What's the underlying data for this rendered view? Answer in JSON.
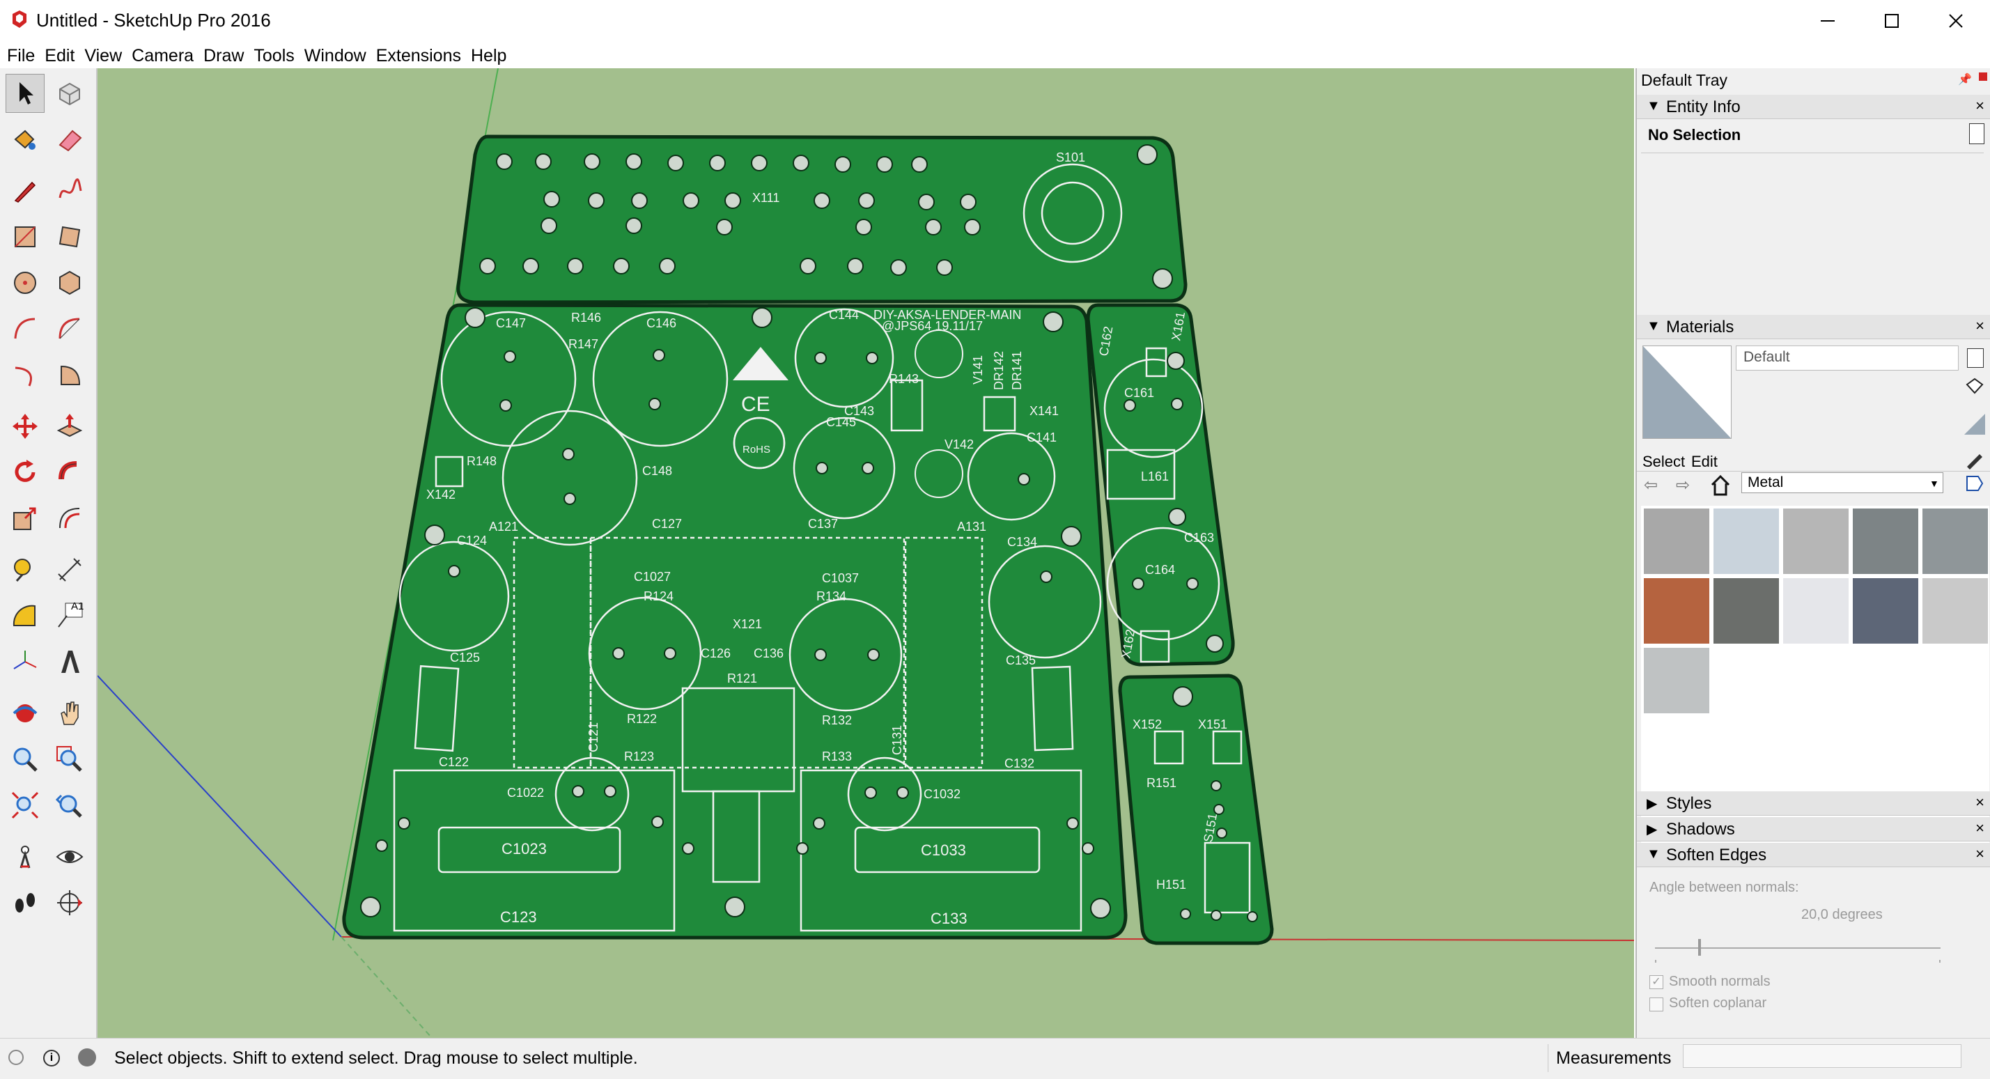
{
  "window": {
    "title": "Untitled - SketchUp Pro 2016",
    "icons": [
      "sketchup-logo-icon",
      "minimize-icon",
      "maximize-icon",
      "close-icon"
    ]
  },
  "menu": [
    "File",
    "Edit",
    "View",
    "Camera",
    "Draw",
    "Tools",
    "Window",
    "Extensions",
    "Help"
  ],
  "toolbar": {
    "tools": [
      "select",
      "make-component",
      "paint-bucket",
      "eraser",
      "line",
      "freehand",
      "rectangle",
      "rotated-rectangle",
      "circle",
      "polygon",
      "arc",
      "two-point-arc",
      "three-point-arc",
      "pie",
      "move",
      "push-pull",
      "rotate",
      "follow-me",
      "scale",
      "offset",
      "tape-measure",
      "dimension",
      "protractor",
      "text",
      "axes",
      "3d-text",
      "orbit",
      "pan",
      "zoom",
      "zoom-window",
      "zoom-extents",
      "previous-view",
      "position-camera",
      "look-around",
      "walk",
      "section-plane"
    ],
    "text_icon_label": "A1"
  },
  "pcb": {
    "board_color": "#1f8a3b",
    "silk_color": "#f2f2f2",
    "labels": {
      "s101": "S101",
      "x111": "X111",
      "c147": "C147",
      "r146": "R146",
      "r147": "R147",
      "c146": "C146",
      "r148": "R148",
      "x142": "X142",
      "c148": "C148",
      "c144": "C144",
      "title": "DIY-AKSA-LENDER-MAIN",
      "credit": "@JPS64 19.11/17",
      "ce": "CE",
      "rohs": "RoHS",
      "r143": "R143",
      "c143": "C143",
      "c145": "C145",
      "v141": "V141",
      "dr142": "DR142",
      "dr141": "DR141",
      "x141": "X141",
      "v142": "V142",
      "c141": "C141",
      "c162": "C162",
      "x161": "X161",
      "c161": "C161",
      "l161": "L161",
      "c163": "C163",
      "c164": "C164",
      "x162": "X162",
      "a121": "A121",
      "c124": "C124",
      "c127": "C127",
      "c137": "C137",
      "a131": "A131",
      "c134": "C134",
      "c1027": "C1027",
      "c1037": "C1037",
      "r124": "R124",
      "r134": "R134",
      "x121": "X121",
      "c125": "C125",
      "c126": "C126",
      "c136": "C136",
      "c135": "C135",
      "r121": "R121",
      "c121": "C121",
      "r122": "R122",
      "r123": "R123",
      "r132": "R132",
      "r133": "R133",
      "c131": "C131",
      "c122": "C122",
      "c132": "C132",
      "c1022": "C1022",
      "c1032": "C1032",
      "c1023": "C1023",
      "c1033": "C1033",
      "c123": "C123",
      "c133": "C133",
      "x152": "X152",
      "x151": "X151",
      "r151": "R151",
      "s151": "S151",
      "h151": "H151"
    }
  },
  "tray": {
    "title": "Default Tray",
    "entity_info": {
      "title": "Entity Info",
      "selection": "No Selection"
    },
    "materials": {
      "title": "Materials",
      "material_name": "Default",
      "tab_select": "Select",
      "tab_edit": "Edit",
      "library": "Metal",
      "swatches": [
        "#a8a8a8",
        "#c9d3dc",
        "#b6b6b6",
        "#7d8486",
        "#8f9699",
        "#b5633f",
        "#6b6e6b",
        "#e5e6ea",
        "#5d6677",
        "#c9c9c9",
        "#bfc2c3"
      ]
    },
    "styles": {
      "title": "Styles"
    },
    "shadows": {
      "title": "Shadows"
    },
    "soften_edges": {
      "title": "Soften Edges",
      "angle_label": "Angle between normals:",
      "angle_value": "20,0  degrees",
      "angle_fraction": 0.15,
      "smooth_normals": "Smooth normals",
      "soften_coplanar": "Soften coplanar",
      "smooth_checked": true,
      "coplanar_checked": false
    }
  },
  "status": {
    "hint": "Select objects. Shift to extend select. Drag mouse to select multiple.",
    "measurements_label": "Measurements",
    "measurements_value": ""
  }
}
